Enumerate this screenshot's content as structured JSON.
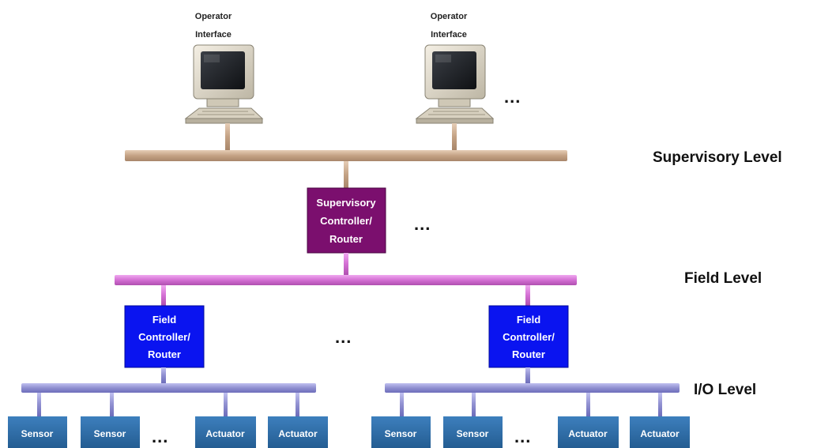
{
  "operators": [
    {
      "label_line1": "Operator",
      "label_line2": "Interface"
    },
    {
      "label_line1": "Operator",
      "label_line2": "Interface"
    }
  ],
  "ellipsis": "...",
  "levels": {
    "supervisory": "Supervisory Level",
    "field": "Field Level",
    "io": "I/O Level"
  },
  "supervisory_controller": {
    "line1": "Supervisory",
    "line2": "Controller/",
    "line3": "Router"
  },
  "field_controllers": [
    {
      "line1": "Field",
      "line2": "Controller/",
      "line3": "Router"
    },
    {
      "line1": "Field",
      "line2": "Controller/",
      "line3": "Router"
    }
  ],
  "devices_left": [
    "Sensor",
    "Sensor",
    "Actuator",
    "Actuator"
  ],
  "devices_right": [
    "Sensor",
    "Sensor",
    "Actuator",
    "Actuator"
  ],
  "colors": {
    "supervisory_bus": "#c8a88c",
    "field_bus": "#d36fd3",
    "io_bus": "#8f8fd0",
    "supervisory_box": "#7b0f6e",
    "field_box": "#0a14f0",
    "device_box": "#2f6fa8"
  }
}
